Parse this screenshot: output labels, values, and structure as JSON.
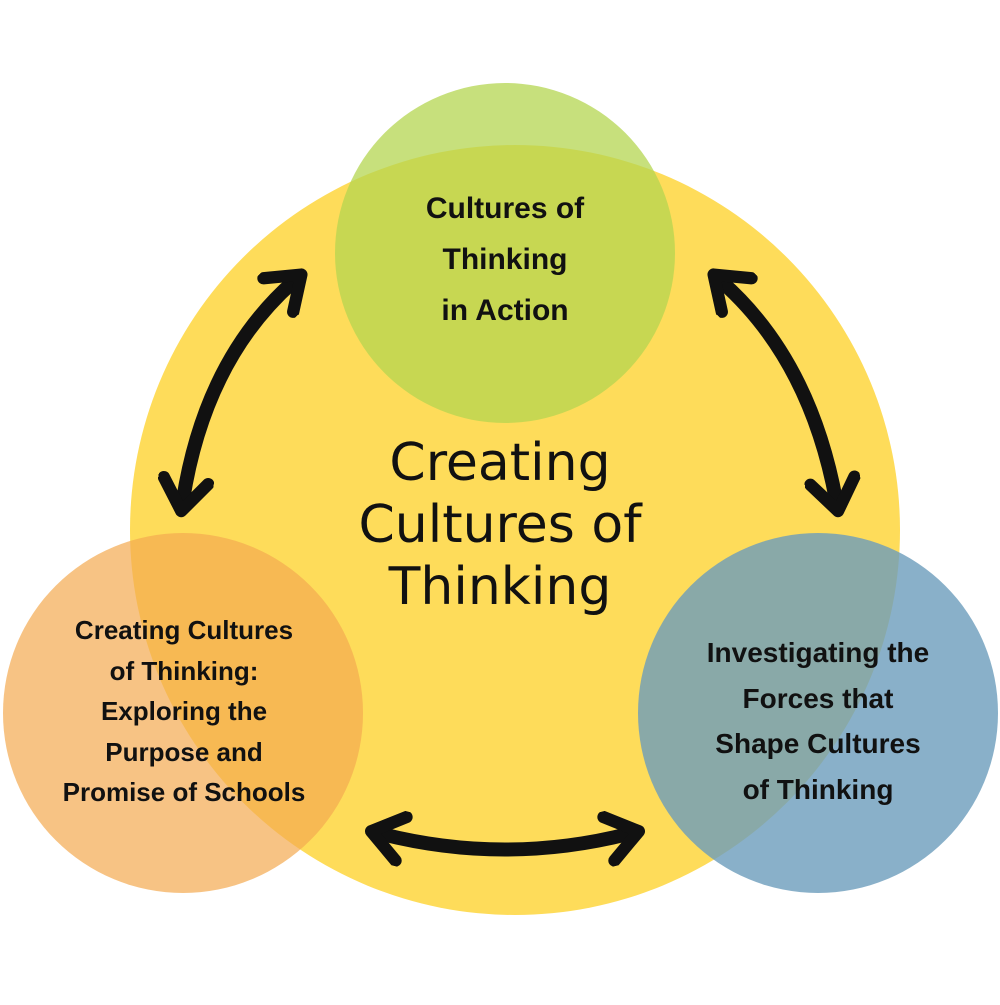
{
  "colors": {
    "background": "#ffffff",
    "main_circle": "#fedc5a",
    "top_circle": "#b4d550",
    "left_circle": "#f4a950",
    "right_circle": "#6b9cbb",
    "arrow": "#111111",
    "text": "#111111"
  },
  "center_title": {
    "lines": [
      "Creating",
      "Cultures of",
      "Thinking"
    ]
  },
  "nodes": {
    "top": {
      "lines": [
        "Cultures of",
        "Thinking",
        "in Action"
      ]
    },
    "left": {
      "lines": [
        "Creating Cultures",
        "of Thinking:",
        "Exploring the",
        "Purpose and",
        "Promise of Schools"
      ]
    },
    "right": {
      "lines": [
        "Investigating the",
        "Forces that",
        "Shape Cultures",
        "of Thinking"
      ]
    }
  },
  "icons": [
    "double-headed-arrow-icon"
  ]
}
